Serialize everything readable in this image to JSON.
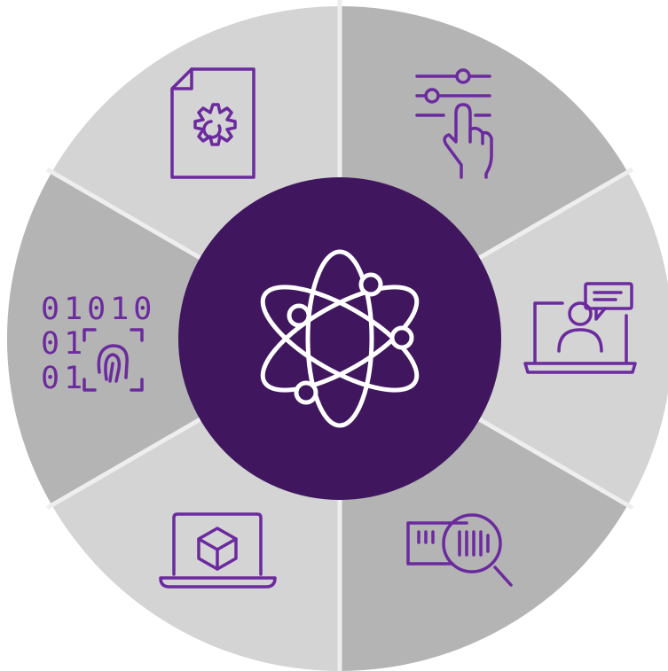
{
  "diagram": {
    "center": {
      "icon": "atom-icon"
    },
    "segments": [
      {
        "id": "top-right",
        "icon": "sliders-touch-icon",
        "shade": "dark"
      },
      {
        "id": "right",
        "icon": "laptop-chat-user-icon",
        "shade": "light"
      },
      {
        "id": "bottom-right",
        "icon": "barcode-magnifier-icon",
        "shade": "dark"
      },
      {
        "id": "bottom-left",
        "icon": "laptop-cube-icon",
        "shade": "light"
      },
      {
        "id": "left",
        "icon": "binary-fingerprint-icon",
        "shade": "dark"
      },
      {
        "id": "top-left",
        "icon": "document-gear-icon",
        "shade": "light"
      }
    ],
    "binary_rows": [
      "01010",
      "01",
      "01"
    ]
  },
  "colors": {
    "segment_dark": "#b4b4b4",
    "segment_light": "#d4d4d4",
    "divider": "#eeeeee",
    "center_fill": "#40175e",
    "icon_purple": "#6b2a9e",
    "center_icon": "#ffffff"
  }
}
